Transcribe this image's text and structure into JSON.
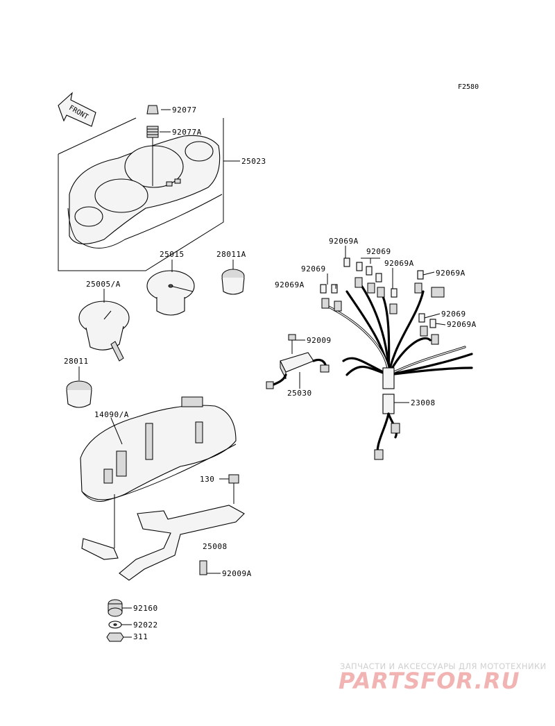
{
  "figure_code": "F2580",
  "front_label": "FRONT",
  "parts": [
    {
      "id": "p92077",
      "number": "92077"
    },
    {
      "id": "p92077a",
      "number": "92077A"
    },
    {
      "id": "p25023",
      "number": "25023"
    },
    {
      "id": "p25015",
      "number": "25015"
    },
    {
      "id": "p28011a",
      "number": "28011A"
    },
    {
      "id": "p25005",
      "number": "25005/A"
    },
    {
      "id": "p28011",
      "number": "28011"
    },
    {
      "id": "p14090",
      "number": "14090/A"
    },
    {
      "id": "p130",
      "number": "130"
    },
    {
      "id": "p25008",
      "number": "25008"
    },
    {
      "id": "p92009a",
      "number": "92009A"
    },
    {
      "id": "p92160",
      "number": "92160"
    },
    {
      "id": "p92022",
      "number": "92022"
    },
    {
      "id": "p311",
      "number": "311"
    },
    {
      "id": "p92069a_1",
      "number": "92069A"
    },
    {
      "id": "p92069_1",
      "number": "92069"
    },
    {
      "id": "p92069a_2",
      "number": "92069A"
    },
    {
      "id": "p92069_2",
      "number": "92069"
    },
    {
      "id": "p92069a_3",
      "number": "92069A"
    },
    {
      "id": "p92069a_4",
      "number": "92069A"
    },
    {
      "id": "p92069_3",
      "number": "92069"
    },
    {
      "id": "p92069a_5",
      "number": "92069A"
    },
    {
      "id": "p92009",
      "number": "92009"
    },
    {
      "id": "p25030",
      "number": "25030"
    },
    {
      "id": "p23008",
      "number": "23008"
    }
  ],
  "watermark": {
    "tagline": "ЗАПЧАСТИ И АКСЕССУАРЫ ДЛЯ МОТОТЕХНИКИ",
    "logo": "PARTSFOR.RU"
  }
}
